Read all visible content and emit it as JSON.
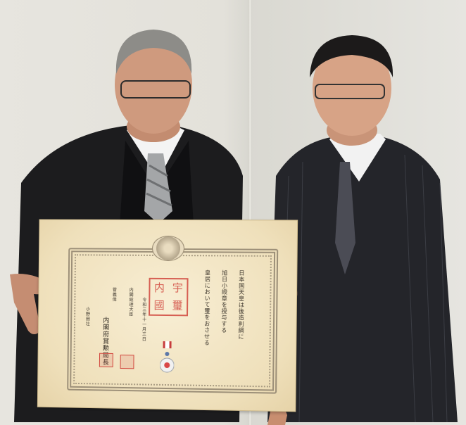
{
  "certificate": {
    "line1": "日本国天皇は後造利綱に",
    "line2": "旭日小綬章を授与する",
    "line3": "皇居において璽をおさせる",
    "line4": "令和三年十一月三日",
    "line5": "内閣総理大臣",
    "line6": "菅義偉",
    "line7": "内閣府賞勲局長",
    "line8": "小野田壮",
    "seal_chars": [
      "内",
      "宇",
      "國",
      "璽"
    ]
  },
  "colors": {
    "wall": "#e3e1da",
    "suit_left": "#1c1c1e",
    "suit_right": "#24252a",
    "certificate_paper": "#f3e6c4",
    "seal_red": "#d1463d"
  }
}
